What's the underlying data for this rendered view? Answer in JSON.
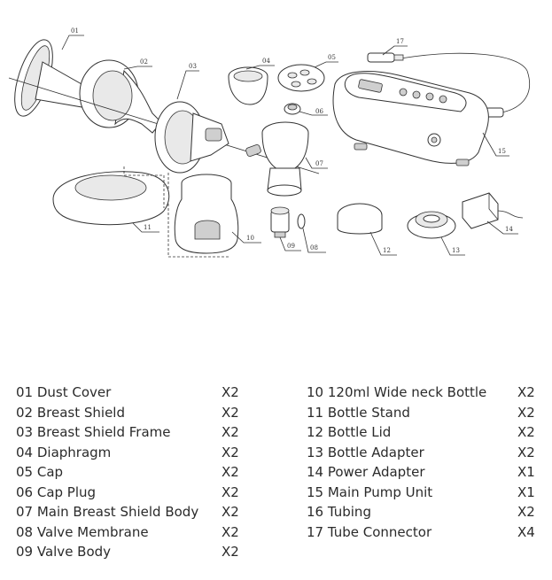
{
  "parts_left": [
    {
      "label": "01 Dust Cover",
      "qty": "X2"
    },
    {
      "label": "02 Breast Shield",
      "qty": "X2"
    },
    {
      "label": "03 Breast Shield Frame",
      "qty": "X2"
    },
    {
      "label": "04 Diaphragm",
      "qty": "X2"
    },
    {
      "label": "05 Cap",
      "qty": "X2"
    },
    {
      "label": "06 Cap Plug",
      "qty": "X2"
    },
    {
      "label": "07 Main Breast Shield Body",
      "qty": "X2"
    },
    {
      "label": "08 Valve Membrane",
      "qty": "X2"
    },
    {
      "label": "09 Valve Body",
      "qty": "X2"
    }
  ],
  "parts_right": [
    {
      "label": "10 120ml Wide neck Bottle",
      "qty": "X2"
    },
    {
      "label": "11 Bottle Stand",
      "qty": "X2"
    },
    {
      "label": "12 Bottle Lid",
      "qty": "X2"
    },
    {
      "label": "13 Bottle Adapter",
      "qty": "X2"
    },
    {
      "label": "14 Power Adapter",
      "qty": "X1"
    },
    {
      "label": "15 Main Pump Unit",
      "qty": "X1"
    },
    {
      "label": "16 Tubing",
      "qty": "X2"
    },
    {
      "label": "17 Tube Connector",
      "qty": "X4"
    }
  ],
  "callouts": [
    "01",
    "02",
    "03",
    "04",
    "05",
    "06",
    "07",
    "08",
    "09",
    "10",
    "11",
    "12",
    "13",
    "14",
    "15",
    "17"
  ]
}
